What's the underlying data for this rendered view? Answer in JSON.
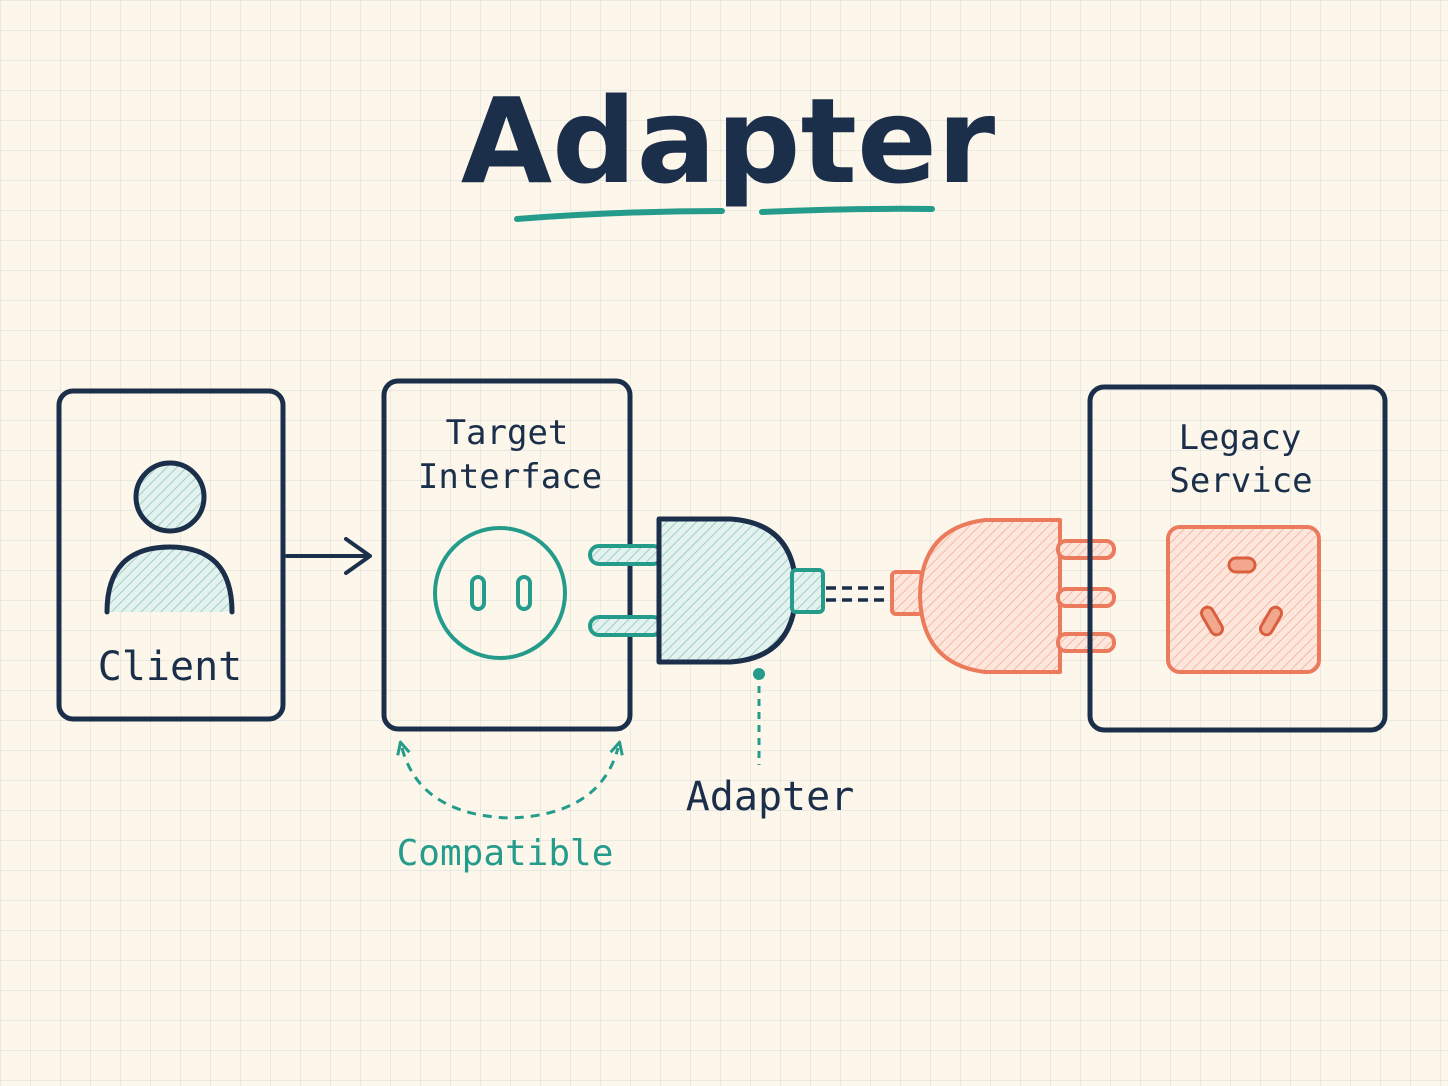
{
  "title": "Adapter",
  "client": {
    "label": "Client"
  },
  "target": {
    "line1": "Target",
    "line2": "Interface"
  },
  "legacy": {
    "line1": "Legacy",
    "line2": "Service"
  },
  "adapter_label": "Adapter",
  "compatible_label": "Compatible",
  "colors": {
    "navy": "#1b2f4b",
    "teal": "#259c8b",
    "coral": "#ec7a5c",
    "background": "#fcf7ea"
  }
}
